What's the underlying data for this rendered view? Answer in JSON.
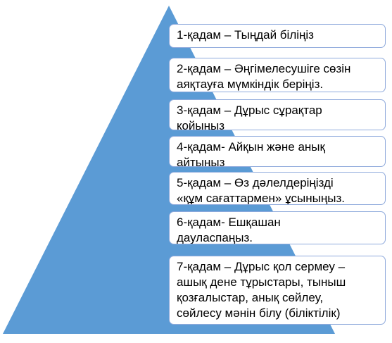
{
  "pyramid": {
    "fill_color": "#5b9bd5",
    "box_border_color": "#8faadc"
  },
  "steps": [
    {
      "label": "1-қадам – Тыңдай біліңіз"
    },
    {
      "label": "2-қадам – Әңгімелесушіге сөзін\nаяқтауға мүмкіндік беріңіз."
    },
    {
      "label": "3-қадам – Дұрыс сұрақтар\nқойыңыз"
    },
    {
      "label": "4-қадам- Айқын және анық\nайтыңыз"
    },
    {
      "label": "5-қадам – Өз дәлелдеріңізді\n«құм сағаттармен»  ұсыныңыз."
    },
    {
      "label": "6-қадам-  Ешқашан\nдауласпаңыз."
    },
    {
      "label": "7-қадам – Дұрыс қол сермеу –\nашық дене тұрыстары, тыныш\nқозғалыстар, анық сөйлеу,\nсөйлесу мәнін  білу (біліктілік)"
    }
  ]
}
